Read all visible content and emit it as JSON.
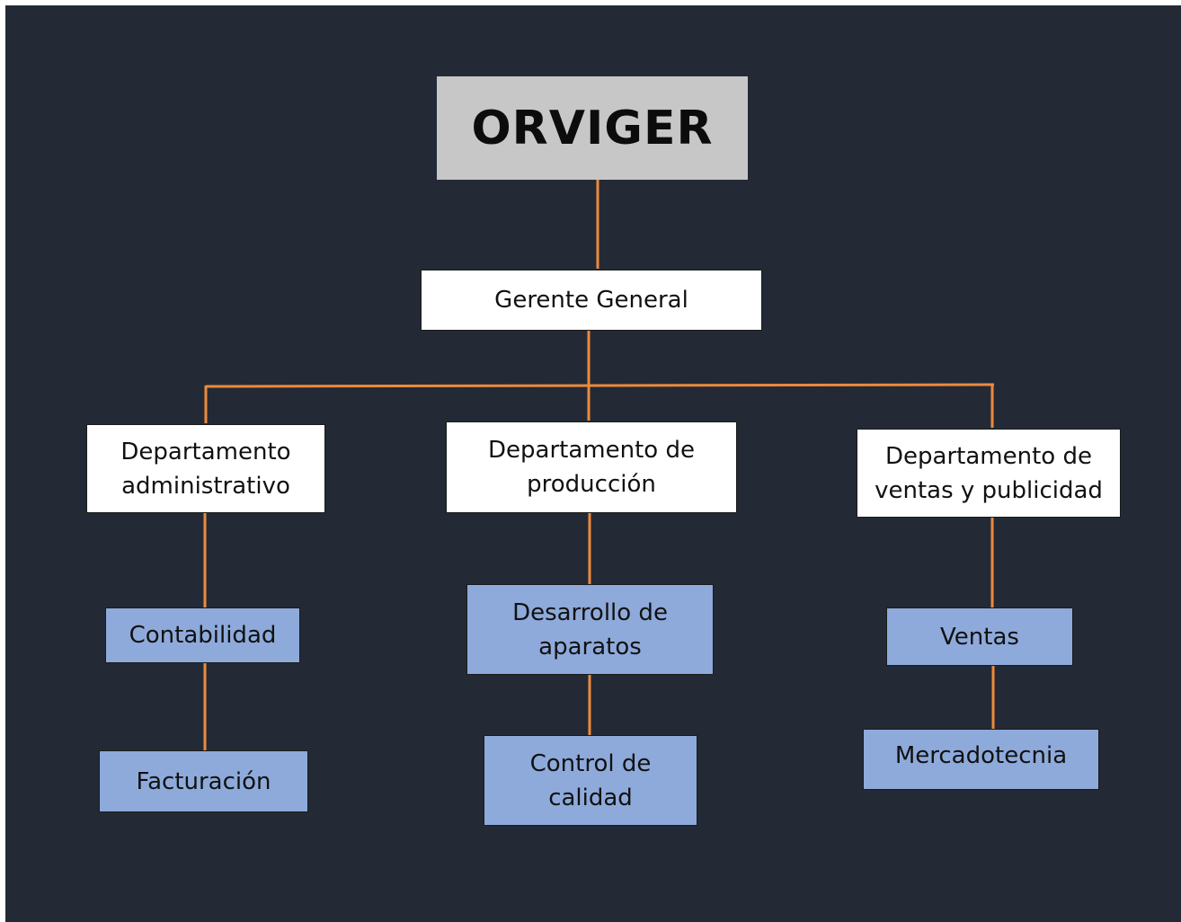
{
  "org_chart": {
    "company": "ORVIGER",
    "general_manager": "Gerente General",
    "departments": [
      {
        "name": "Departamento administrativo",
        "units": [
          "Contabilidad",
          "Facturación"
        ]
      },
      {
        "name": "Departamento de producción",
        "units": [
          "Desarrollo de aparatos",
          "Control de calidad"
        ]
      },
      {
        "name": "Departamento de ventas y publicidad",
        "units": [
          "Ventas",
          "Mercadotecnia"
        ]
      }
    ]
  },
  "colors": {
    "background": "#232a36",
    "connector": "#ec8a3d",
    "top_box": "#c7c7c7",
    "department_box": "#ffffff",
    "unit_box": "#8eaadb"
  }
}
